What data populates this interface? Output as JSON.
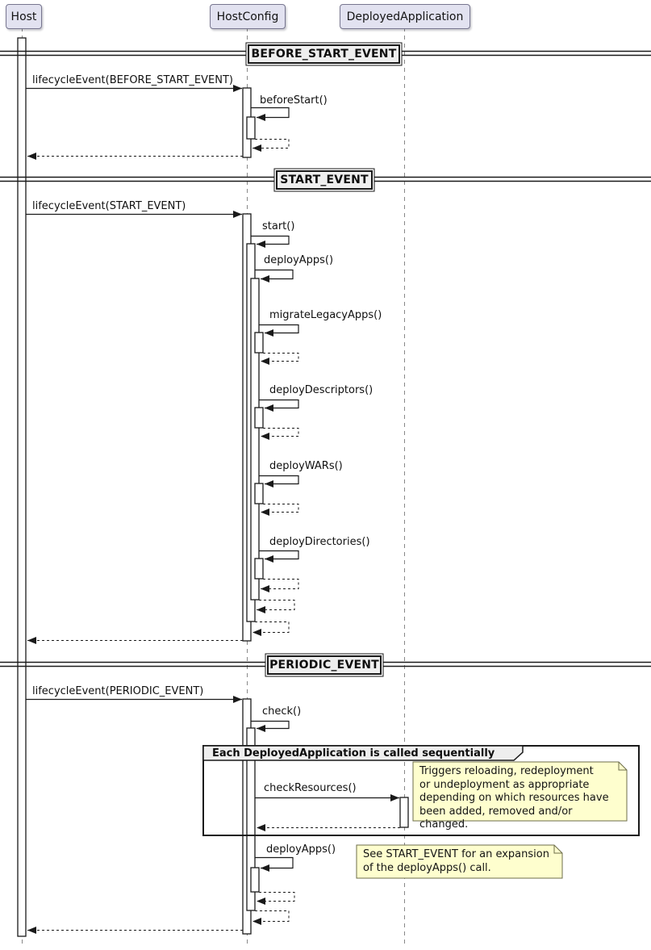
{
  "participants": [
    {
      "name": "Host"
    },
    {
      "name": "HostConfig"
    },
    {
      "name": "DeployedApplication"
    }
  ],
  "dividers": [
    {
      "label": "BEFORE_START_EVENT"
    },
    {
      "label": "START_EVENT"
    },
    {
      "label": "PERIODIC_EVENT"
    }
  ],
  "sections": {
    "before_start": {
      "messages": {
        "lifecycle": "lifecycleEvent(BEFORE_START_EVENT)",
        "beforeStart": "beforeStart()"
      }
    },
    "start": {
      "messages": {
        "lifecycle": "lifecycleEvent(START_EVENT)",
        "start": "start()",
        "deployApps": "deployApps()",
        "migrateLegacyApps": "migrateLegacyApps()",
        "deployDescriptors": "deployDescriptors()",
        "deployWARs": "deployWARs()",
        "deployDirectories": "deployDirectories()"
      }
    },
    "periodic": {
      "messages": {
        "lifecycle": "lifecycleEvent(PERIODIC_EVENT)",
        "check": "check()",
        "checkResources": "checkResources()",
        "deployApps": "deployApps()"
      },
      "fragment_title": "Each DeployedApplication is called sequentially",
      "notes": {
        "check_resources_note": "Triggers reloading, redeployment\nor undeployment as appropriate\ndepending on which resources have\nbeen added, removed and/or changed.",
        "deploy_apps_note": "See START_EVENT for an expansion\nof the deployApps() call."
      }
    }
  },
  "colors": {
    "participant_fill": "#E2E2F0",
    "divider_fill": "#EEEEEE",
    "note_fill": "#FEFECE",
    "line": "#1a1a1a",
    "lifeline": "#888888"
  }
}
